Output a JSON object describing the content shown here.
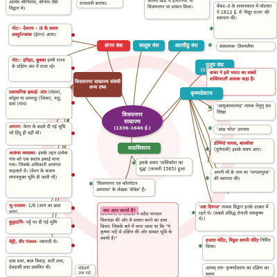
{
  "center": {
    "line1": "विजयनगर",
    "line2": "साम्राज्य",
    "line3": "(1336–1646 ई.)"
  },
  "dynasties": {
    "sangam": "संगम वंश",
    "saluva": "सालुव वंश",
    "aravidu": "आरवीडु वंश",
    "tuluva_title": "तुलुव वंश",
    "tuluva_years": "(1505–70 ई.)"
  },
  "branches": {
    "misc_facts": "विजयनगर साम्राज्य संबंधी अन्य तथ्य",
    "krishnadevaraya": "कृष्णदेवराय",
    "sadashivaraya": "सदाशिवराय"
  },
  "left_boxes": [
    {
      "text": "राजधानी बनाया।"
    },
    {
      "pre": "",
      "hl": "",
      "text": "आलेम श्रीनिवास, श्रीनाथ जैसे विद्वान थे।"
    },
    {
      "hl": "नोट:- देवराय – II के समय अब्दुर्रज्जाक",
      "text": "(ईरान) आया।"
    },
    {
      "hl": "नोट:- हरिहर, बुक्का",
      "text": "हम्पी राज्य के दक्षिण अंत में राजा रहे।"
    },
    {
      "hl": "प्रशासनिक इकाई- प्रांत",
      "text": "(मंडल), कोट्टम या वलनाडु (जिला), नाडु, ग्राम (गांव)"
    },
    {
      "hl": "अमरम-",
      "text": "वेतन के बदले दी गई भूमि जो हिंदू ही वहीं थी।"
    },
    {
      "hl": "आयंगर व्यवस्था-",
      "text": "इसके तहत प्रत्येक गांव को एक स्वतंत्र इकाई माना गया। जिसके अधिकारी आयंगार कहलाते थे। (वेतन के बजाय लगानमुक्त भूमि दी जाती थी)"
    },
    {
      "hl": "भू-राजस्व-",
      "text": "1/6 (आय का छठा भाग)"
    },
    {
      "hl": "कुट्टदाणि-",
      "text": "पट्टे पर दी गई भूमि"
    },
    {
      "hl": "चेट्टी, वीर पंजाल-",
      "text": "व्यापारी थे।"
    },
    {
      "text": "दास प्रथा, बाल विवाह, सती प्रथा, देवदासी प्रथा प्रचलित थी।"
    }
  ],
  "top_boxes": [
    {
      "text": "आलम खेडा में इंजीनियर भी विजयनगर पर शासन किया।"
    }
  ],
  "right_boxes": [
    {
      "text": "वेंकट–II के शासनकाल में वोडयार ने 1612 ई. में 'मैसूर राज्य' की स्थापना की।"
    },
    {
      "text": "संस्थापक- तिरुमलैया"
    },
    {
      "hl": "बाबर ने इसे भारत का सबसे शक्तिशाली शासक कहा है।"
    },
    {
      "text": "'आमुक्तमाल्यद' नामक तेलुगु ग्रंथ लिखा"
    },
    {
      "text": "'आंध्र भोज' उपनाम"
    },
    {
      "hl": "डोमिंगो पायस, बारबोसा",
      "text": "(पुर्तगाली) इसके समय आए।"
    },
    {
      "text": "अपनी माँ के नाम पर 'नागलापुरम' की स्थापना की।"
    },
    {
      "hl": "'अष्ट दिग्गज'",
      "text": "नामक विद्वान इनके दरबार में रहते थे। (सबसे प्रसिद्ध तेनाली रामकृष्ण थे।)"
    },
    {
      "hl": "हजारा मंदिर, विट्ठल स्वामी मंदिर",
      "text": "निर्मित किया।"
    },
    {
      "text": "आयम् राय- कृष्णदेवराय का दक्षिण का समय"
    }
  ],
  "center_boxes": [
    {
      "text": "इसके समय 'तालिकोटा का युद्ध' (जनवरी 1565) हुआ"
    },
    {
      "text": "'विजयनगर एवं फॉरगोटन अम्पायर' के लेखक 'सेवेल' हैं।"
    }
  ],
  "question_box": {
    "label": "क्या आप जानते हैं?",
    "text": "विजयनगर के शासकों ने सदैव भगवान विरुपाक्ष की ओर से शासन करने का दावा किया। जिसके बारे में माना जाता था कि \"ये कृष्णा नदी से दक्षिण की ओर समस्त भूमि के स्वामी हैं।\""
  },
  "bottom_boxes": [
    {
      "text": "महिलाएँ उच्च पदों पर नियुक्त होती थीं।"
    }
  ],
  "colors": {
    "sangam": "#e0343a",
    "saluva": "#1fa4b4",
    "aravidu": "#1fa4b4",
    "tuluva": "#1fa4b4",
    "misc": "#8b3c2f",
    "krishna": "#1fa4b4",
    "sada": "#3e8a4d",
    "center": "#7a2a7e"
  }
}
